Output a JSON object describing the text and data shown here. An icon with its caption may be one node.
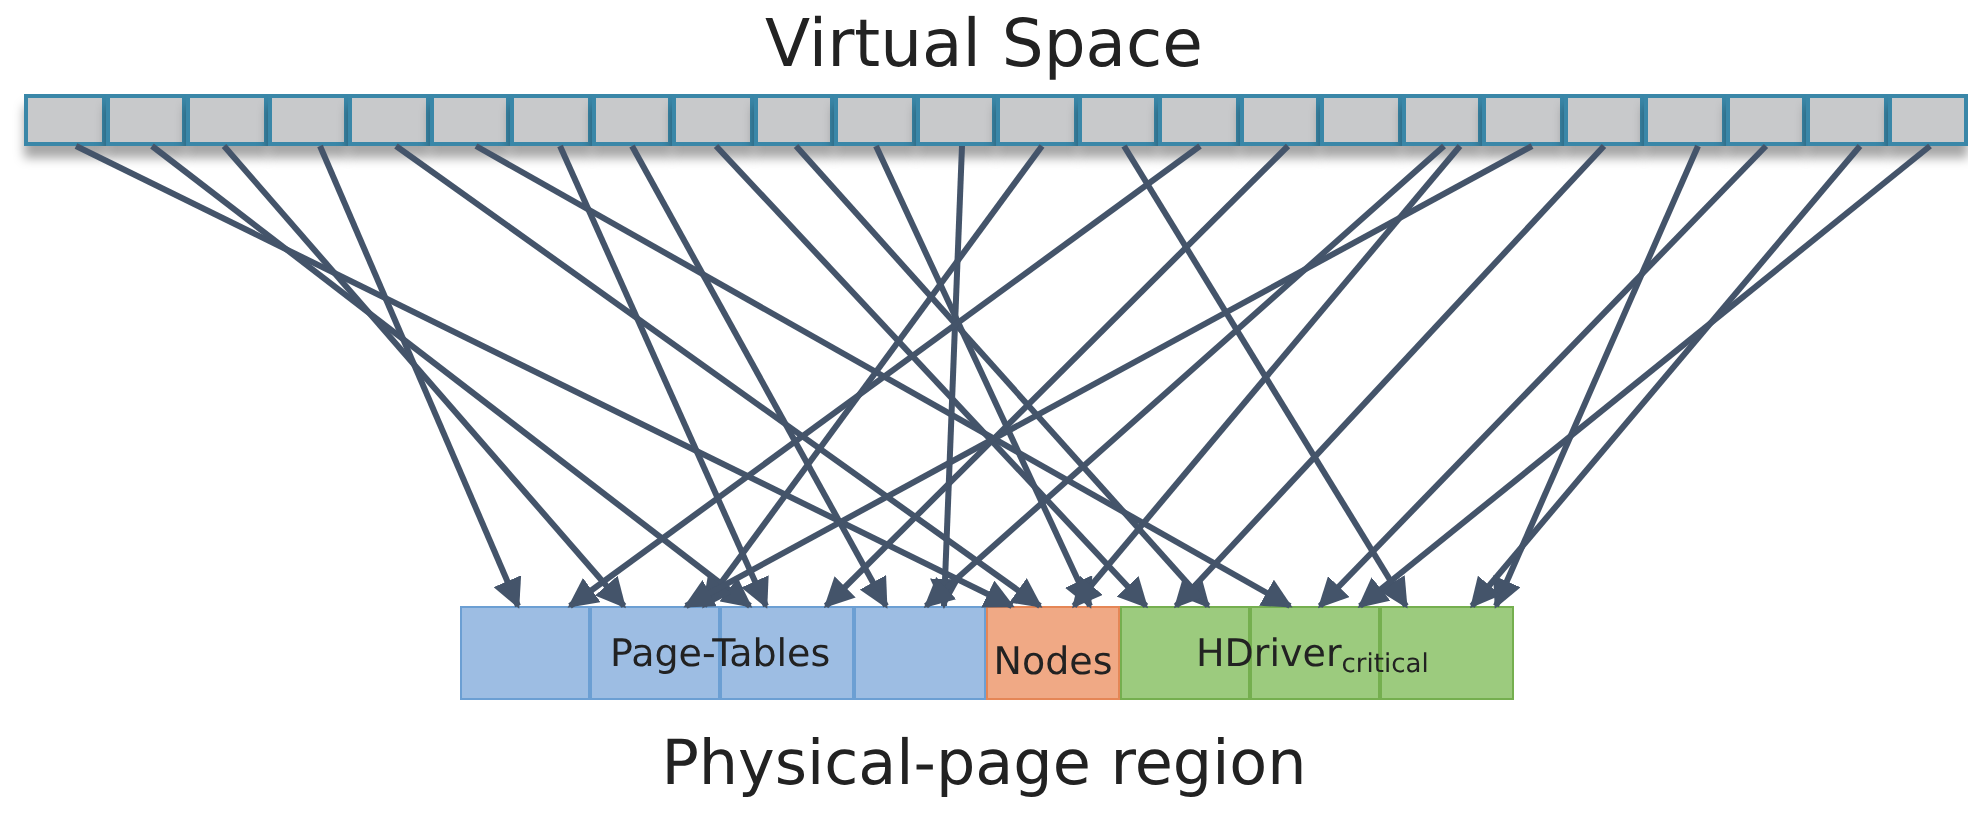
{
  "diagram": {
    "title": "Virtual Space",
    "caption": "Physical-page region",
    "nodes": [
      {
        "text": [],
        "shape": "box"
      },
      {
        "text": [],
        "shape": "box"
      },
      {
        "text": [],
        "shape": "box"
      },
      {
        "text": [],
        "shape": "box"
      },
      {
        "text": [],
        "shape": "box"
      },
      {
        "text": [],
        "shape": "box"
      },
      {
        "text": [],
        "shape": "box"
      },
      {
        "text": [],
        "shape": "box"
      },
      {
        "text": [],
        "shape": "box"
      },
      {
        "text": [],
        "shape": "box"
      },
      {
        "text": [],
        "shape": "box"
      },
      {
        "text": [],
        "shape": "box"
      },
      {
        "text": [],
        "shape": "box"
      },
      {
        "text": [],
        "shape": "box"
      },
      {
        "text": [],
        "shape": "box"
      },
      {
        "text": [],
        "shape": "box"
      },
      {
        "text": [],
        "shape": "box"
      },
      {
        "text": [],
        "shape": "box"
      },
      {
        "text": [],
        "shape": "box"
      },
      {
        "text": [],
        "shape": "box"
      },
      {
        "text": [],
        "shape": "box"
      },
      {
        "text": [],
        "shape": "box"
      },
      {
        "text": [],
        "shape": "box"
      },
      {
        "text": [],
        "shape": "box"
      },
      {
        "text": [],
        "shape": "box"
      },
      {
        "text": [],
        "shape": "box"
      },
      {
        "text": [],
        "shape": "box"
      },
      {
        "text": [],
        "shape": "box"
      },
      {
        "text": [
          "Nodes"
        ]
      },
      {
        "text": [],
        "shape": "box"
      },
      {
        "text": [],
        "shape": "box"
      },
      {
        "text": [],
        "shape": "box"
      }
    ],
    "edges": [
      {
        "from": 0,
        "to": 28,
        "arrow": "to"
      },
      {
        "from": 1,
        "to": 26,
        "arrow": "to"
      },
      {
        "from": 2,
        "to": 25,
        "arrow": "to"
      },
      {
        "from": 3,
        "to": 24,
        "arrow": "to"
      },
      {
        "from": 4,
        "to": 28,
        "arrow": "to"
      },
      {
        "from": 5,
        "to": 30,
        "arrow": "to"
      },
      {
        "from": 6,
        "to": 26,
        "arrow": "to"
      },
      {
        "from": 7,
        "to": 27,
        "arrow": "to"
      },
      {
        "from": 8,
        "to": 29,
        "arrow": "to"
      },
      {
        "from": 9,
        "to": 29,
        "arrow": "to"
      },
      {
        "from": 10,
        "to": 28,
        "arrow": "to"
      },
      {
        "from": 11,
        "to": 27,
        "arrow": "to"
      },
      {
        "from": 12,
        "to": 25,
        "arrow": "to"
      },
      {
        "from": 13,
        "to": 31,
        "arrow": "to"
      },
      {
        "from": 14,
        "to": 24,
        "arrow": "to"
      },
      {
        "from": 15,
        "to": 26,
        "arrow": "to"
      },
      {
        "from": 17,
        "to": 27,
        "arrow": "to"
      },
      {
        "from": 17,
        "to": 28,
        "arrow": "to"
      },
      {
        "from": 18,
        "to": 25,
        "arrow": "to"
      },
      {
        "from": 19,
        "to": 29,
        "arrow": "to"
      },
      {
        "from": 20,
        "to": 31,
        "arrow": "to"
      },
      {
        "from": 21,
        "to": 30,
        "arrow": "to"
      },
      {
        "from": 22,
        "to": 31,
        "arrow": "to"
      },
      {
        "from": 23,
        "to": 30,
        "arrow": "to"
      }
    ],
    "labels": [
      "Page-Tables",
      "HDriver$_{critical}$"
    ]
  }
}
